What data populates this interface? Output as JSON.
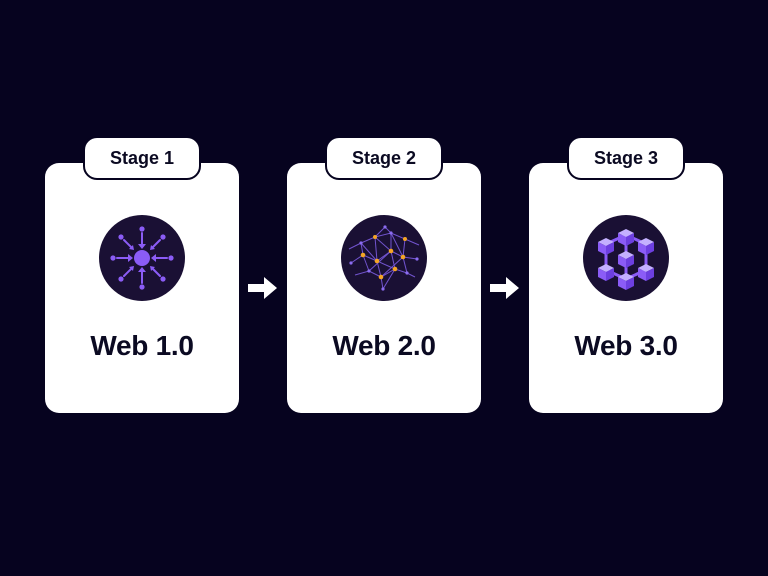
{
  "colors": {
    "background": "#06031f",
    "card": "#ffffff",
    "text": "#0b0a22",
    "icon_bg": "#1a1034",
    "accent_purple": "#8b5cf6",
    "accent_orange": "#f5a524"
  },
  "stages": [
    {
      "tab_label": "Stage 1",
      "title": "Web 1.0",
      "icon": "centralized-hub-icon"
    },
    {
      "tab_label": "Stage 2",
      "title": "Web 2.0",
      "icon": "network-graph-icon"
    },
    {
      "tab_label": "Stage 3",
      "title": "Web 3.0",
      "icon": "blockchain-cubes-icon"
    }
  ],
  "arrows": [
    {
      "icon": "right-arrow-icon"
    },
    {
      "icon": "right-arrow-icon"
    }
  ]
}
